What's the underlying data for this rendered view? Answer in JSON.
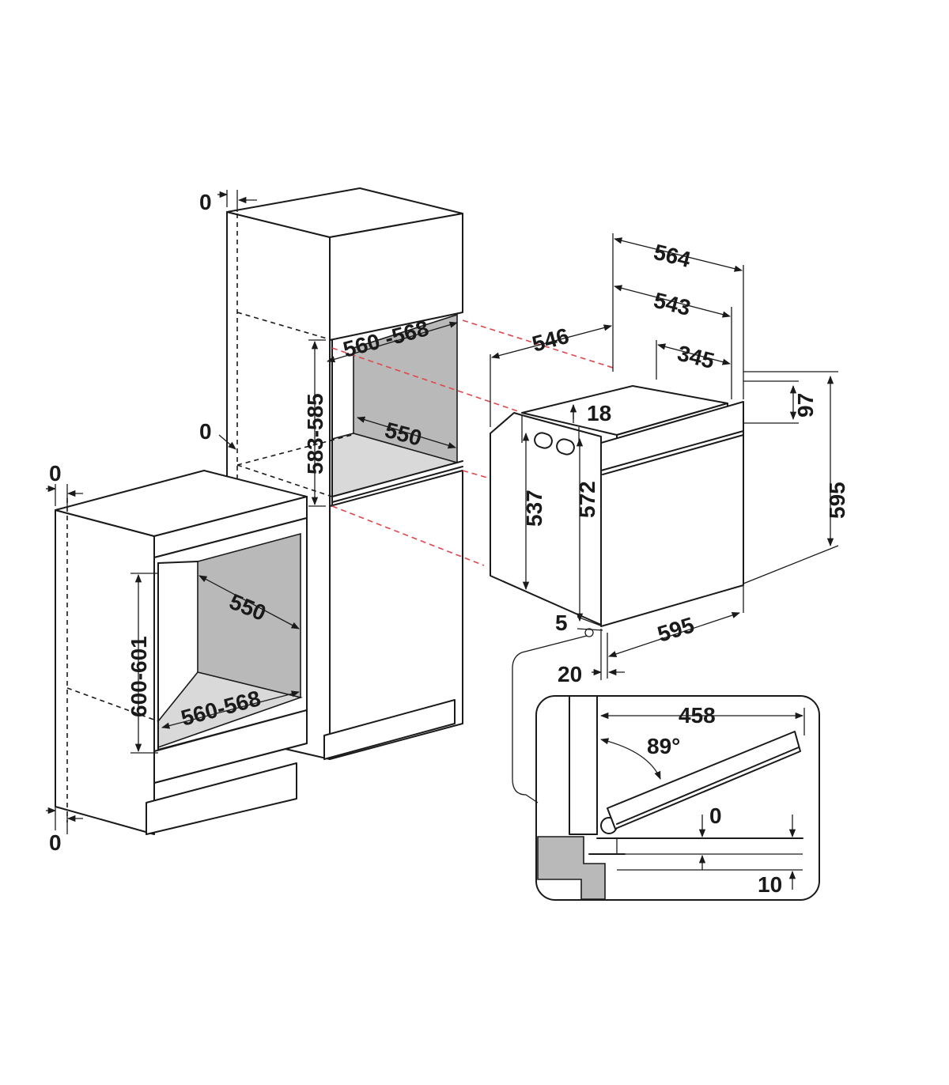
{
  "diagram": {
    "labels": {
      "tall_top_gap": "0",
      "tall_mid_gap": "0",
      "base_top_gap": "0",
      "base_bottom_gap": "0",
      "tall_niche_width": "560 -568",
      "tall_niche_height": "583-585",
      "tall_niche_depth": "550",
      "base_niche_depth": "550",
      "base_niche_height": "600-601",
      "base_niche_width": "560-568",
      "oven_total_depth": "564",
      "oven_depth_543": "543",
      "oven_body_depth": "546",
      "oven_depth_345": "345",
      "oven_18": "18",
      "oven_97": "97",
      "oven_body_height": "537",
      "oven_front_height": "572",
      "oven_total_height": "595",
      "oven_width": "595",
      "oven_5": "5",
      "oven_20": "20",
      "door_opening": "458",
      "door_angle": "89°",
      "door_gap_0": "0",
      "door_gap_10": "10"
    }
  }
}
